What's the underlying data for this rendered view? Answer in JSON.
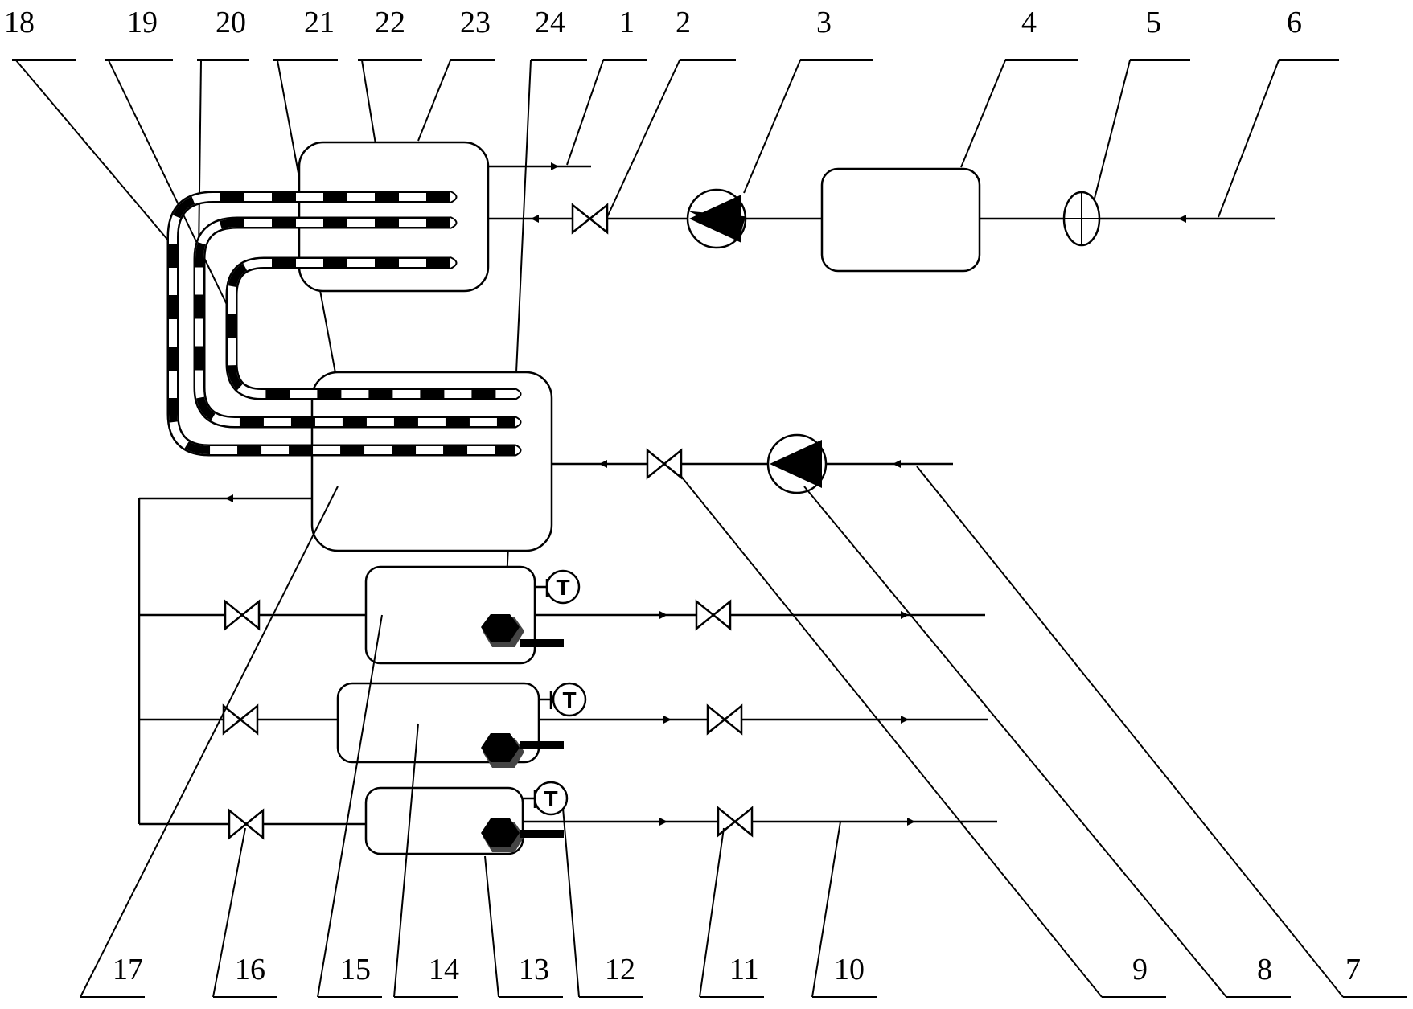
{
  "labels": {
    "n1": "1",
    "n2": "2",
    "n3": "3",
    "n4": "4",
    "n5": "5",
    "n6": "6",
    "n7": "7",
    "n8": "8",
    "n9": "9",
    "n10": "10",
    "n11": "11",
    "n12": "12",
    "n13": "13",
    "n14": "14",
    "n15": "15",
    "n16": "16",
    "n17": "17",
    "n18": "18",
    "n19": "19",
    "n20": "20",
    "n21": "21",
    "n22": "22",
    "n23": "23",
    "n24": "24"
  },
  "sensor_symbol": "T"
}
